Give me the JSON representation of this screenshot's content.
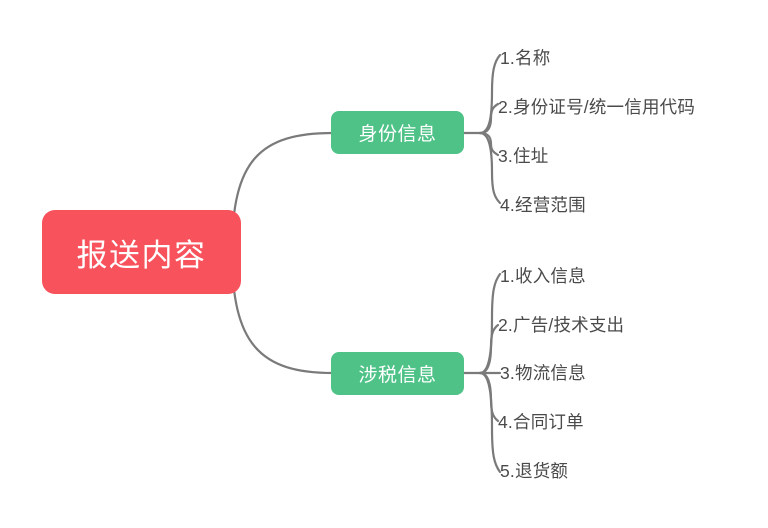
{
  "diagram": {
    "title": "报送内容",
    "type": "mindmap",
    "background_color": "#ffffff",
    "connector_color": "#7a7a7a"
  },
  "root": {
    "label": "报送内容",
    "color": "#f8525c",
    "text_color": "#ffffff"
  },
  "branches": [
    {
      "label": "身份信息",
      "color": "#4ec287",
      "text_color": "#ffffff",
      "leaves": [
        {
          "label": "1.名称"
        },
        {
          "label": "2.身份证号/统一信用代码"
        },
        {
          "label": "3.住址"
        },
        {
          "label": "4.经营范围"
        }
      ]
    },
    {
      "label": "涉税信息",
      "color": "#4ec287",
      "text_color": "#ffffff",
      "leaves": [
        {
          "label": "1.收入信息"
        },
        {
          "label": "2.广告/技术支出"
        },
        {
          "label": "3.物流信息"
        },
        {
          "label": "4.合同订单"
        },
        {
          "label": "5.退货额"
        }
      ]
    }
  ]
}
